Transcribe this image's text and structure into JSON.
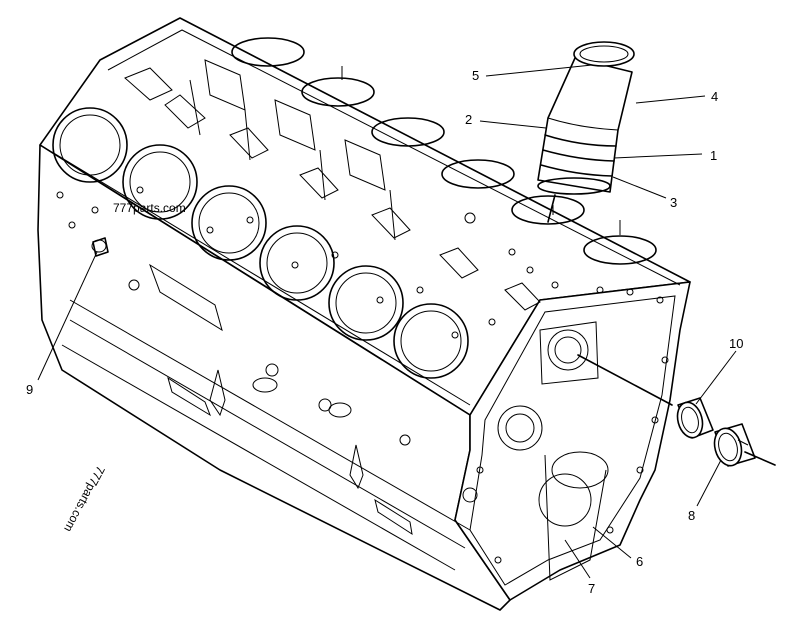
{
  "callouts": [
    {
      "id": "1",
      "label": "1"
    },
    {
      "id": "2",
      "label": "2"
    },
    {
      "id": "3",
      "label": "3"
    },
    {
      "id": "4",
      "label": "4"
    },
    {
      "id": "5",
      "label": "5"
    },
    {
      "id": "6",
      "label": "6"
    },
    {
      "id": "7",
      "label": "7"
    },
    {
      "id": "8",
      "label": "8"
    },
    {
      "id": "9",
      "label": "9"
    },
    {
      "id": "10",
      "label": "10"
    }
  ],
  "watermarks": {
    "top": "777parts.com",
    "bottom": "777parts.com"
  }
}
